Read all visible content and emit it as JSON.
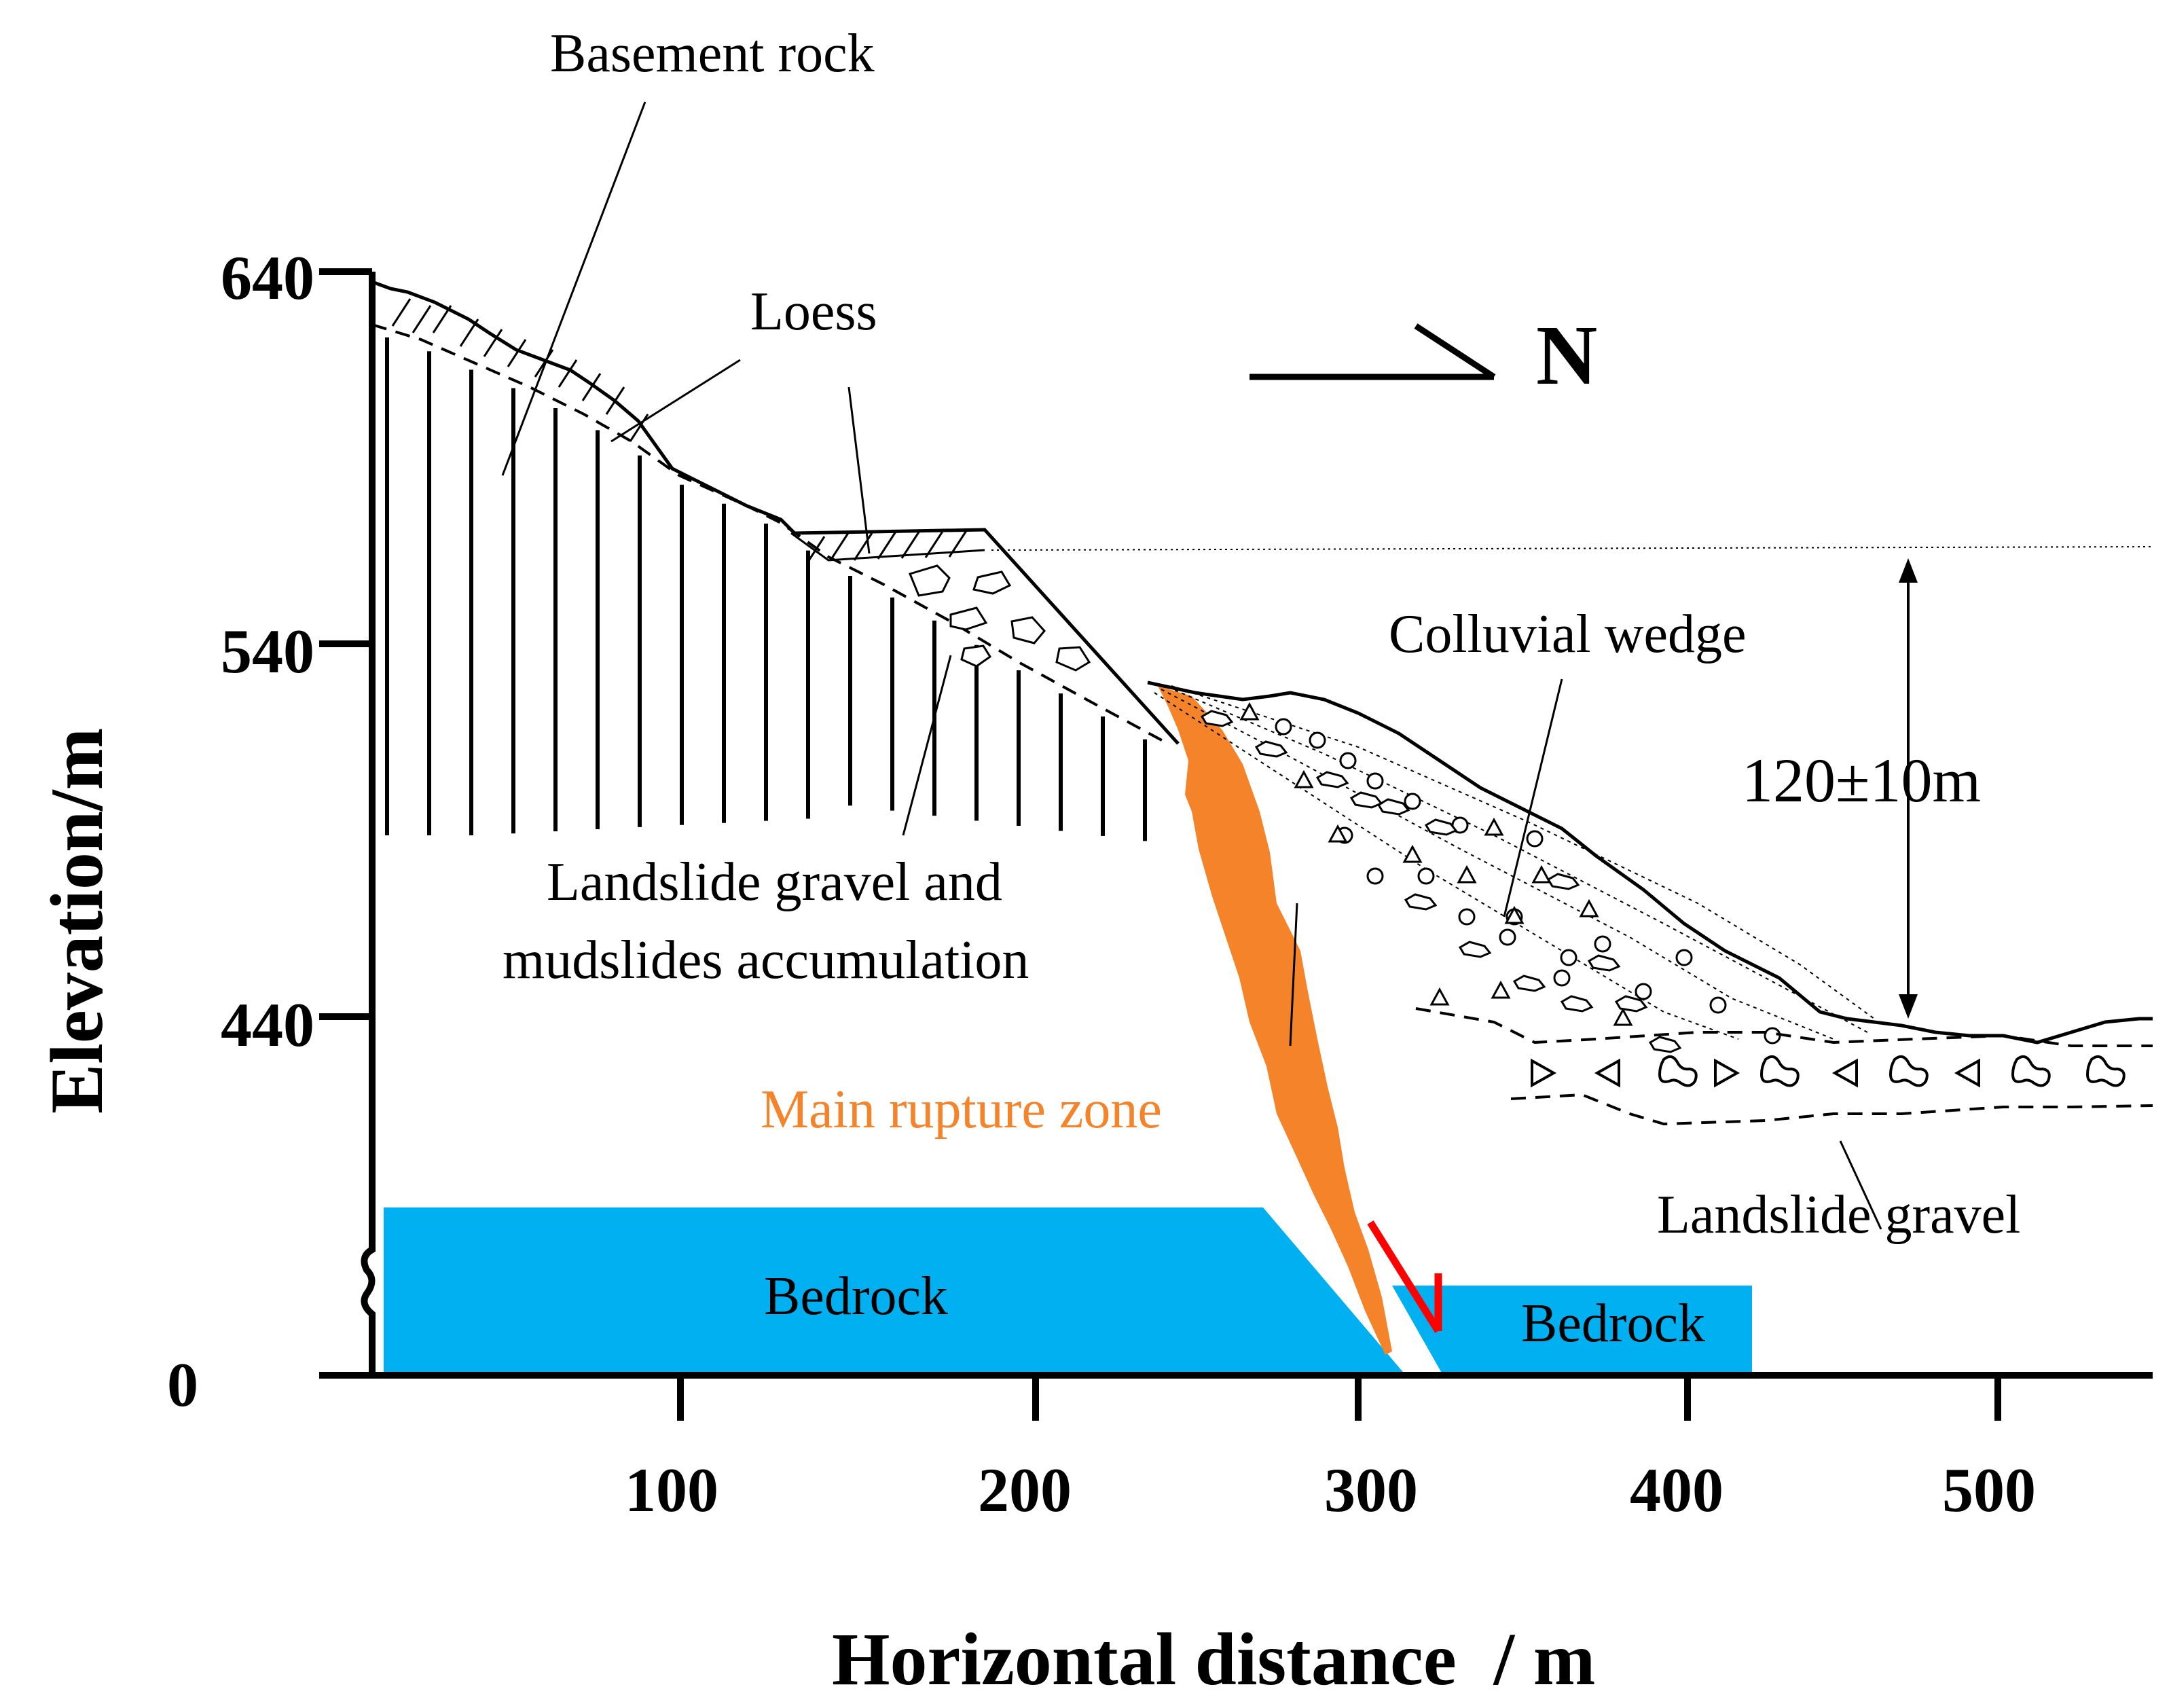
{
  "labels": {
    "basement_rock": "Basement rock",
    "loess": "Loess",
    "north": "N",
    "colluvial_wedge": "Colluvial wedge",
    "offset": "120±10m",
    "landslide_accum_line1": "Landslide gravel and",
    "landslide_accum_line2": "mudslides accumulation",
    "main_rupture": "Main rupture zone",
    "landslide_gravel": "Landslide gravel",
    "bedrock_left": "Bedrock",
    "bedrock_right": "Bedrock"
  },
  "axes": {
    "y_title": "Elevation/m",
    "x_title": "Horizontal distance  / m",
    "y_ticks": [
      "640",
      "540",
      "440",
      "0"
    ],
    "x_ticks": [
      "100",
      "200",
      "300",
      "400",
      "500"
    ]
  },
  "colors": {
    "bedrock": "#00b0f0",
    "rupture_zone": "#f5832a",
    "fault_arrow": "#ff0000",
    "rupture_label": "#f5832a"
  }
}
